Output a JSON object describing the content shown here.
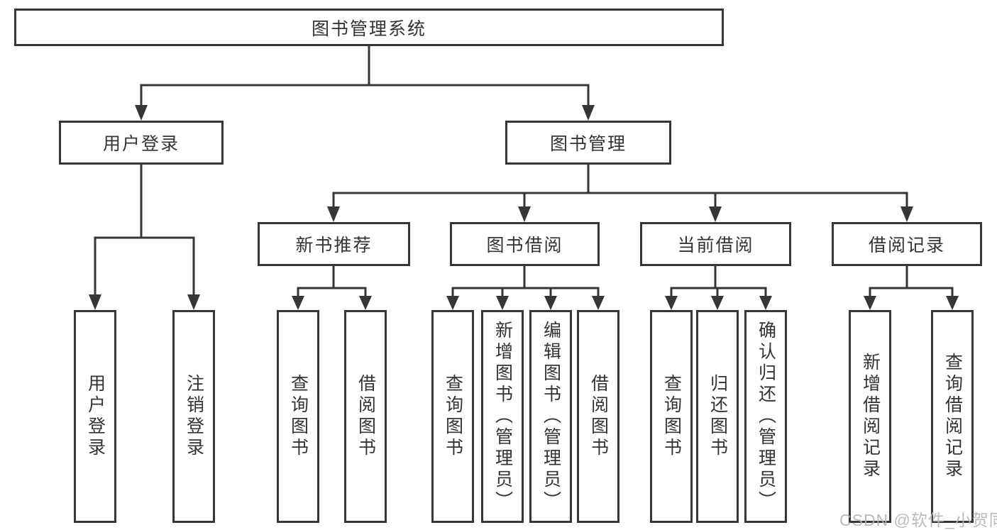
{
  "colors": {
    "line": "#363636",
    "text": "#333333",
    "box_background": "#ffffff",
    "watermark": "#b5b5b5"
  },
  "watermark": "CSDN @软件_小贺同学",
  "tree": {
    "root": {
      "label": "图书管理系统"
    },
    "branches": [
      {
        "label": "用户登录",
        "children": [
          {
            "label": "用户登录"
          },
          {
            "label": "注销登录"
          }
        ]
      },
      {
        "label": "图书管理",
        "children": [
          {
            "label": "新书推荐",
            "children": [
              {
                "label": "查询图书"
              },
              {
                "label": "借阅图书"
              }
            ]
          },
          {
            "label": "图书借阅",
            "children": [
              {
                "label": "查询图书"
              },
              {
                "label": "新增图书（管理员）"
              },
              {
                "label": "编辑图书（管理员）"
              },
              {
                "label": "借阅图书"
              }
            ]
          },
          {
            "label": "当前借阅",
            "children": [
              {
                "label": "查询图书"
              },
              {
                "label": "归还图书"
              },
              {
                "label": "确认归还（管理员）"
              }
            ]
          },
          {
            "label": "借阅记录",
            "children": [
              {
                "label": "新增借阅记录"
              },
              {
                "label": "查询借阅记录"
              }
            ]
          }
        ]
      }
    ]
  }
}
